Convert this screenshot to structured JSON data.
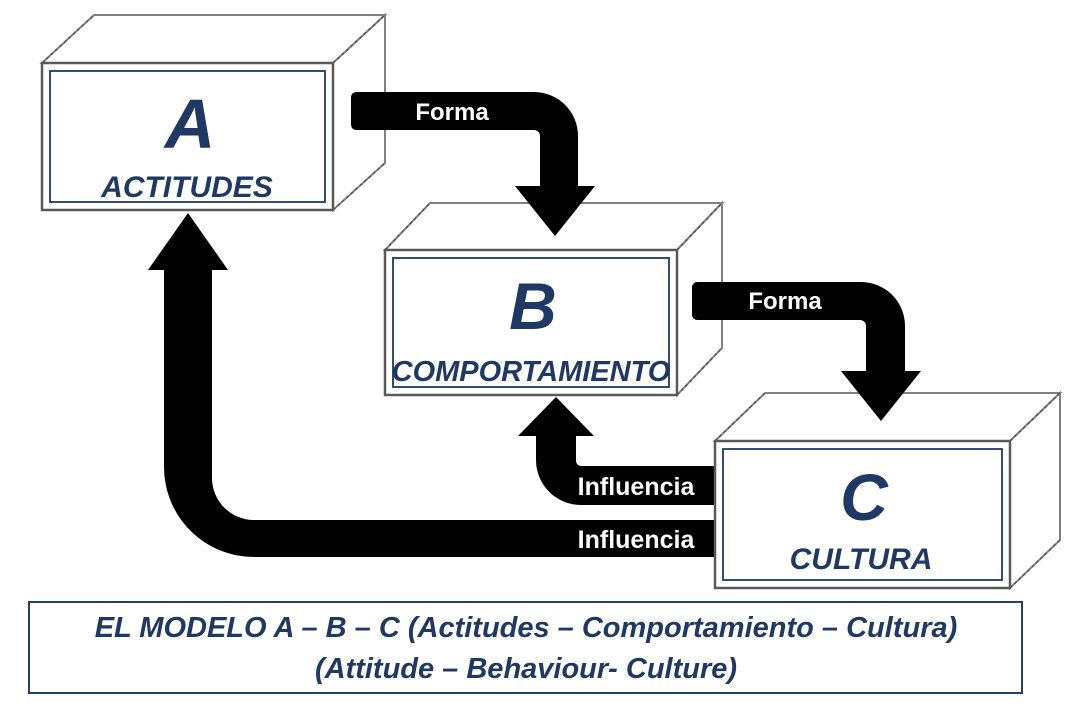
{
  "diagram": {
    "boxes": [
      {
        "id": "A",
        "letter": "A",
        "label": "ACTITUDES"
      },
      {
        "id": "B",
        "letter": "B",
        "label": "COMPORTAMIENTO"
      },
      {
        "id": "C",
        "letter": "C",
        "label": "CULTURA"
      }
    ],
    "arrows": [
      {
        "id": "forma-a-to-b",
        "label": "Forma",
        "from": "A",
        "to": "B"
      },
      {
        "id": "forma-b-to-c",
        "label": "Forma",
        "from": "B",
        "to": "C"
      },
      {
        "id": "influencia-c-to-b",
        "label": "Influencia",
        "from": "C",
        "to": "B"
      },
      {
        "id": "influencia-c-to-a",
        "label": "Influencia",
        "from": "C",
        "to": "A"
      }
    ],
    "caption": {
      "line1": "EL MODELO A – B – C (Actitudes – Comportamiento – Cultura)",
      "line2": "(Attitude – Behaviour- Culture)"
    },
    "colors": {
      "navy": "#1F3864",
      "arrow_black": "#000000",
      "arrow_label_white": "#FFFFFF",
      "outer_border_gray": "#595959",
      "background": "#FFFFFF"
    }
  }
}
